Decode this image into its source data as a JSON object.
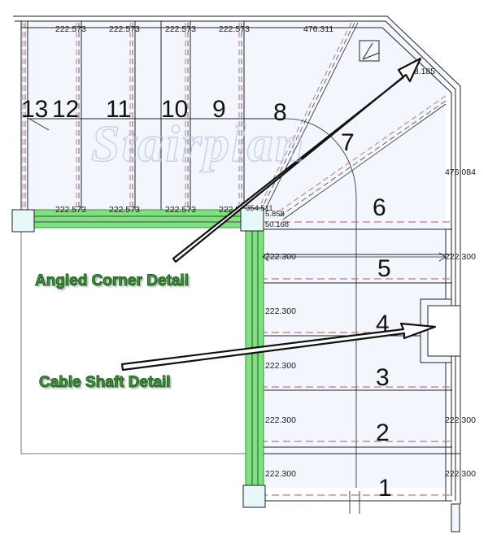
{
  "diagram": {
    "type": "stair-plan",
    "watermark": "Stairplan",
    "colors": {
      "tread_fill": "#f3f6fc",
      "stringer_green": "#7ee07e",
      "stringer_green_dark": "#2e9a2e",
      "post_fill": "#e6f8fa",
      "line": "#222222",
      "hidden_line_red": "#c07a7a",
      "watermark": "#b9c3e6",
      "callout_text": "#3a9a3a"
    },
    "steps": [
      {
        "number": "1"
      },
      {
        "number": "2"
      },
      {
        "number": "3"
      },
      {
        "number": "4"
      },
      {
        "number": "5"
      },
      {
        "number": "6"
      },
      {
        "number": "7"
      },
      {
        "number": "8"
      },
      {
        "number": "9"
      },
      {
        "number": "10"
      },
      {
        "number": "11"
      },
      {
        "number": "12"
      },
      {
        "number": "13"
      }
    ],
    "dimensions": {
      "top_treads": [
        "222.573",
        "222.573",
        "222.573",
        "222.573"
      ],
      "top_wide": "476.311",
      "bottom_treads": [
        "222.573",
        "222.573",
        "222.573",
        "222.5"
      ],
      "corner_small": [
        "354.511",
        "5.858",
        "50.168"
      ],
      "angle_corner": "83.185",
      "right_side": "476.084",
      "left_risers": [
        "222.300",
        "222.300",
        "222.300",
        "222.300",
        "222.300"
      ],
      "right_risers": [
        "222.300",
        "222.300",
        "222.300"
      ]
    },
    "callouts": [
      {
        "label": "Angled Corner Detail",
        "target": "angled-corner"
      },
      {
        "label": "Cable Shaft Detail",
        "target": "cable-shaft"
      }
    ]
  }
}
